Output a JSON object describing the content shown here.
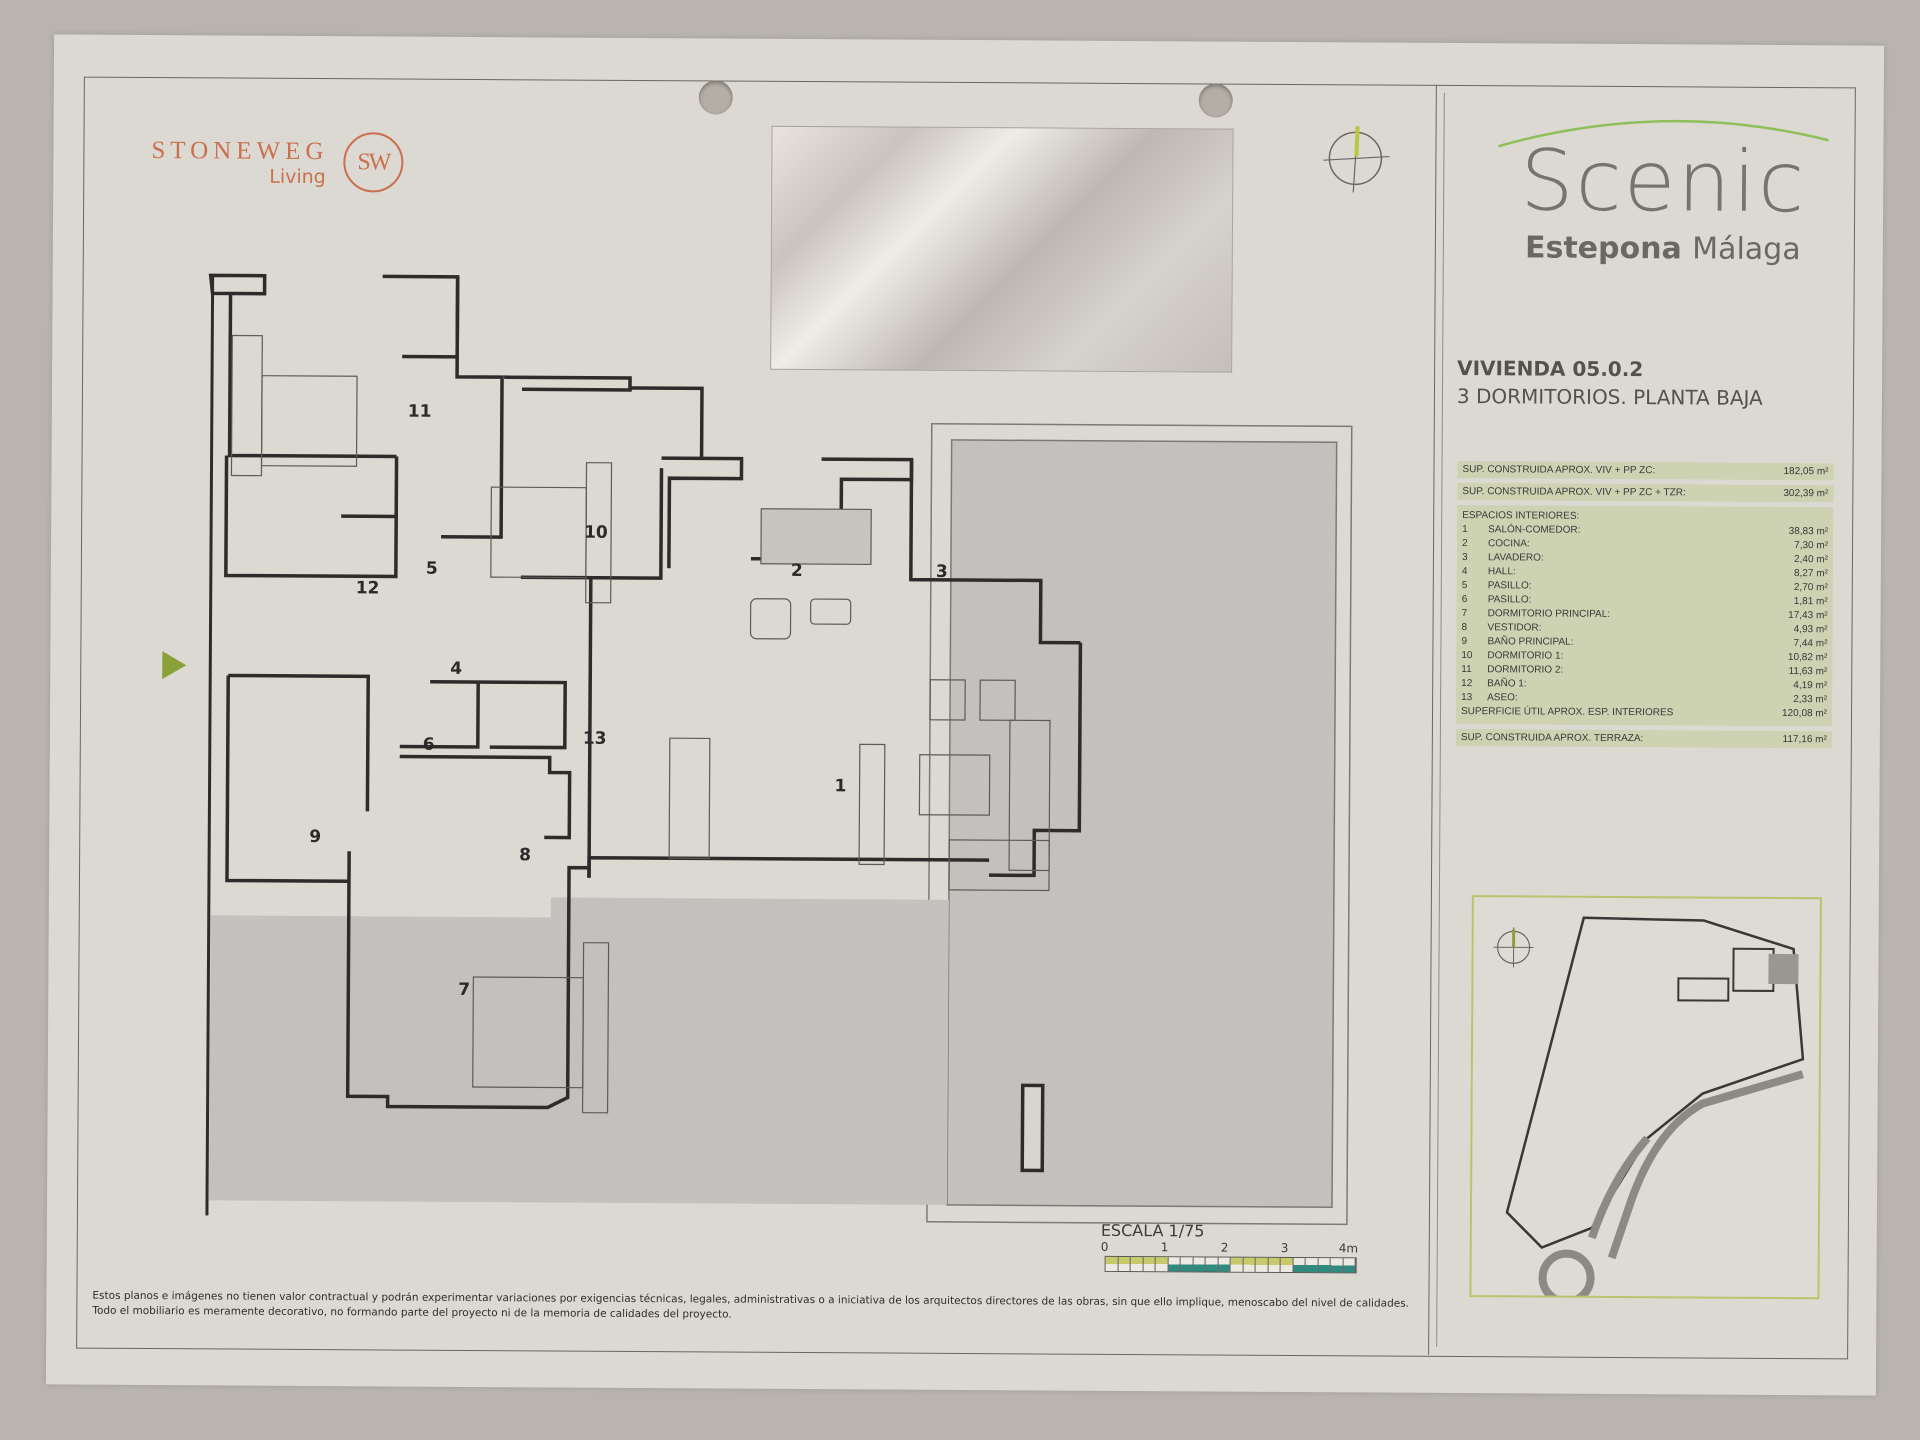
{
  "developer": {
    "brand": "STONEWEG",
    "sub": "Living",
    "monogram": "SW",
    "color": "#c9714f"
  },
  "project": {
    "name": "Scenic",
    "location_bold": "Estepona",
    "location": "Málaga",
    "arc_color": "#8fbf5a"
  },
  "unit": {
    "title": "VIVIENDA 05.0.2",
    "subtitle": "3 DORMITORIOS. PLANTA BAJA"
  },
  "areas": {
    "built_viv_pp": {
      "label": "SUP. CONSTRUIDA APROX. VIV + PP ZC:",
      "value": "182,05 m²"
    },
    "built_viv_pp_tzr": {
      "label": "SUP. CONSTRUIDA APROX. VIV + PP ZC + TZR:",
      "value": "302,39 m²"
    },
    "interior_header": "ESPACIOS INTERIORES:",
    "rooms": [
      {
        "n": "1",
        "name": "SALÓN-COMEDOR:",
        "area": "38,83 m²"
      },
      {
        "n": "2",
        "name": "COCINA:",
        "area": "7,30 m²"
      },
      {
        "n": "3",
        "name": "LAVADERO:",
        "area": "2,40 m²"
      },
      {
        "n": "4",
        "name": "HALL:",
        "area": "8,27 m²"
      },
      {
        "n": "5",
        "name": "PASILLO:",
        "area": "2,70 m²"
      },
      {
        "n": "6",
        "name": "PASILLO:",
        "area": "1,81 m²"
      },
      {
        "n": "7",
        "name": "DORMITORIO PRINCIPAL:",
        "area": "17,43 m²"
      },
      {
        "n": "8",
        "name": "VESTIDOR:",
        "area": "4,93 m²"
      },
      {
        "n": "9",
        "name": "BAÑO PRINCIPAL:",
        "area": "7,44 m²"
      },
      {
        "n": "10",
        "name": "DORMITORIO 1:",
        "area": "10,82 m²"
      },
      {
        "n": "11",
        "name": "DORMITORIO 2:",
        "area": "11,63 m²"
      },
      {
        "n": "12",
        "name": "BAÑO 1:",
        "area": "4,19 m²"
      },
      {
        "n": "13",
        "name": "ASEO:",
        "area": "2,33 m²"
      }
    ],
    "useful_total": {
      "label": "SUPERFICIE ÚTIL APROX. ESP. INTERIORES",
      "value": "120,08 m²"
    },
    "terrace": {
      "label": "SUP. CONSTRUIDA APROX. TERRAZA:",
      "value": "117,16 m²"
    },
    "box_color": "#cdd2b3"
  },
  "plan_labels": {
    "r1": "1",
    "r2": "2",
    "r3": "3",
    "r4": "4",
    "r5": "5",
    "r6": "6",
    "r7": "7",
    "r8": "8",
    "r9": "9",
    "r10": "10",
    "r11": "11",
    "r12": "12",
    "r13": "13"
  },
  "scale": {
    "label": "ESCALA 1/75",
    "ticks": [
      "0",
      "1",
      "2",
      "3",
      "4m"
    ],
    "colors": [
      "#c8c96a",
      "#2f8a80"
    ]
  },
  "entrance_marker_color": "#8aa13a",
  "disclaimer": {
    "line1": "Estos planos e imágenes no tienen valor contractual y podrán experimentar variaciones por exigencias técnicas, legales, administrativas o a iniciativa de los arquitectos directores de las obras, sin que ello implique, menoscabo del nivel de calidades.",
    "line2": "Todo el mobiliario es meramente decorativo, no formando parte del proyecto ni de la memoria de calidades del proyecto."
  }
}
